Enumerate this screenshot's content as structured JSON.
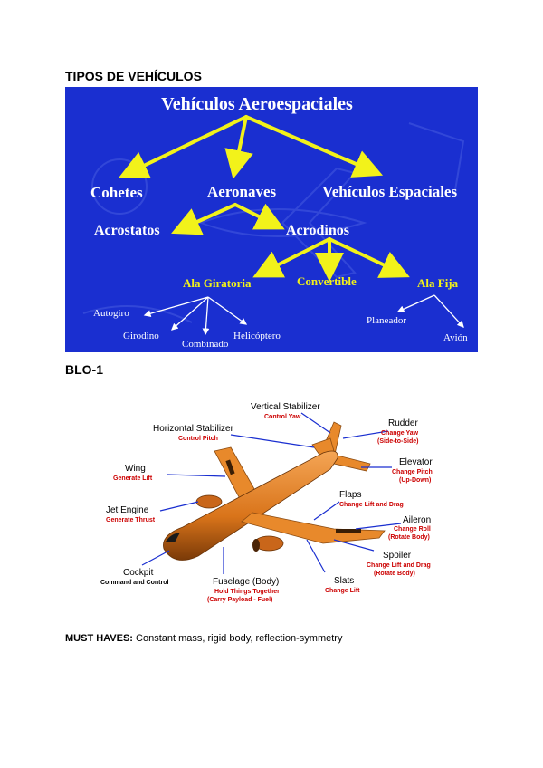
{
  "headings": {
    "types": "TIPOS DE VEHÍCULOS",
    "blo": "BLO-1"
  },
  "tree": {
    "root": "Vehículos Aeroespaciales",
    "level1": [
      "Cohetes",
      "Aeronaves",
      "Vehículos Espaciales"
    ],
    "level2": [
      "Acrostatos",
      "Acrodinos"
    ],
    "level3": [
      "Ala Giratoria",
      "Convertible",
      "Ala Fija"
    ],
    "rotary": [
      "Autogiro",
      "Girodino",
      "Combinado",
      "Helicóptero"
    ],
    "fixed": [
      "Planeador",
      "Avión"
    ]
  },
  "airplane": {
    "parts": [
      {
        "name": "Vertical Stabilizer",
        "desc": [
          "Control Yaw"
        ]
      },
      {
        "name": "Horizontal Stabilizer",
        "desc": [
          "Control Pitch"
        ]
      },
      {
        "name": "Rudder",
        "desc": [
          "Change Yaw",
          "(Side-to-Side)"
        ]
      },
      {
        "name": "Elevator",
        "desc": [
          "Change Pitch",
          "(Up-Down)"
        ]
      },
      {
        "name": "Wing",
        "desc": [
          "Generate Lift"
        ]
      },
      {
        "name": "Flaps",
        "desc": [
          "Change Lift and Drag"
        ]
      },
      {
        "name": "Aileron",
        "desc": [
          "Change Roll",
          "(Rotate Body)"
        ]
      },
      {
        "name": "Jet Engine",
        "desc": [
          "Generate Thrust"
        ]
      },
      {
        "name": "Spoiler",
        "desc": [
          "Change Lift and Drag",
          "(Rotate Body)"
        ]
      },
      {
        "name": "Cockpit",
        "desc": [
          "Command and Control"
        ]
      },
      {
        "name": "Fuselage (Body)",
        "desc": [
          "Hold Things Together",
          "(Carry Payload - Fuel)"
        ]
      },
      {
        "name": "Slats",
        "desc": [
          "Change Lift"
        ]
      }
    ]
  },
  "must_haves": {
    "label": "MUST HAVES:",
    "text": " Constant mass, rigid body, reflection-symmetry"
  },
  "colors": {
    "blue_bg": "#1a2fd0",
    "arrow_yellow": "#f2f21a",
    "plane_orange": "#e8892b",
    "label_red": "#cc0000"
  }
}
